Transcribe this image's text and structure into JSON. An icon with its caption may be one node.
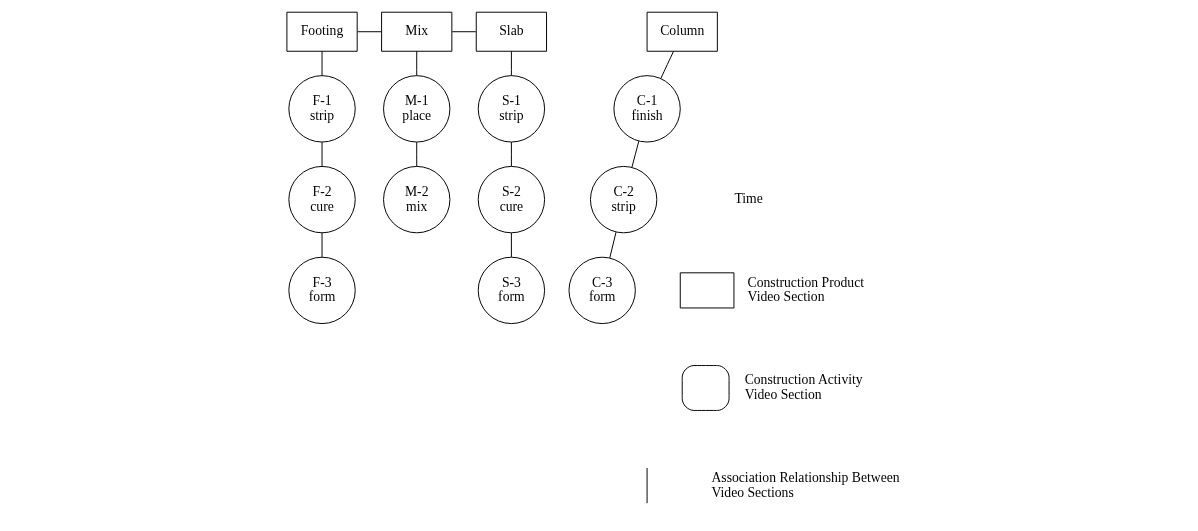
{
  "diagram": {
    "nodes": [
      {
        "text": [
          "Footing"
        ]
      },
      {
        "text": [
          "Mix"
        ]
      },
      {
        "text": [
          "Slab"
        ]
      },
      {
        "text": [
          "Column"
        ]
      },
      {
        "text": [
          "F-1",
          "strip"
        ]
      },
      {
        "text": [
          "F-2",
          "cure"
        ]
      },
      {
        "text": [
          "F-3",
          "form"
        ]
      },
      {
        "text": [
          "M-1",
          "place"
        ]
      },
      {
        "text": [
          "M-2",
          "mix"
        ]
      },
      {
        "text": [
          "S-1",
          "strip"
        ]
      },
      {
        "text": [
          "S-2",
          "cure"
        ]
      },
      {
        "text": [
          "S-3",
          "form"
        ]
      },
      {
        "text": [
          "C-1",
          "finish"
        ]
      },
      {
        "text": [
          "C-2",
          "strip"
        ]
      },
      {
        "text": [
          "C-3",
          "form"
        ]
      }
    ],
    "edges": [
      {
        "from": 0,
        "to": 1,
        "arrow": "none"
      },
      {
        "from": 1,
        "to": 2,
        "arrow": "none"
      },
      {
        "from": 0,
        "to": 4,
        "arrow": "none"
      },
      {
        "from": 4,
        "to": 5,
        "arrow": "none"
      },
      {
        "from": 5,
        "to": 6,
        "arrow": "none"
      },
      {
        "from": 1,
        "to": 7,
        "arrow": "none"
      },
      {
        "from": 7,
        "to": 8,
        "arrow": "none"
      },
      {
        "from": 2,
        "to": 9,
        "arrow": "none"
      },
      {
        "from": 9,
        "to": 10,
        "arrow": "none"
      },
      {
        "from": 10,
        "to": 11,
        "arrow": "none"
      },
      {
        "from": 3,
        "to": 12,
        "arrow": "none"
      },
      {
        "from": 12,
        "to": 13,
        "arrow": "none"
      },
      {
        "from": 13,
        "to": 14,
        "arrow": "none"
      }
    ],
    "labels": [
      "Time"
    ],
    "legend": [
      {
        "text": "Construction Product Video Section"
      },
      {
        "text": "Construction Activity Video Section"
      },
      {
        "text": "Association Relationship Between Video Sections"
      }
    ]
  }
}
